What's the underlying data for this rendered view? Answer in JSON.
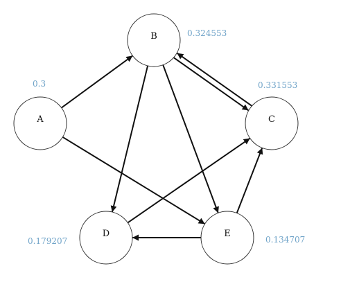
{
  "colors": {
    "node_stroke": "#333333",
    "edge": "#111111",
    "score_text": "#6fa3c8"
  },
  "nodes": [
    {
      "id": "A",
      "label": "A",
      "score": "0.3"
    },
    {
      "id": "B",
      "label": "B",
      "score": "0.324553"
    },
    {
      "id": "C",
      "label": "C",
      "score": "0.331553"
    },
    {
      "id": "D",
      "label": "D",
      "score": "0.179207"
    },
    {
      "id": "E",
      "label": "E",
      "score": "0.134707"
    }
  ],
  "edges": [
    {
      "from": "A",
      "to": "B"
    },
    {
      "from": "B",
      "to": "C"
    },
    {
      "from": "C",
      "to": "B"
    },
    {
      "from": "B",
      "to": "D"
    },
    {
      "from": "B",
      "to": "E"
    },
    {
      "from": "A",
      "to": "E"
    },
    {
      "from": "D",
      "to": "C"
    },
    {
      "from": "E",
      "to": "D"
    },
    {
      "from": "E",
      "to": "C"
    }
  ]
}
